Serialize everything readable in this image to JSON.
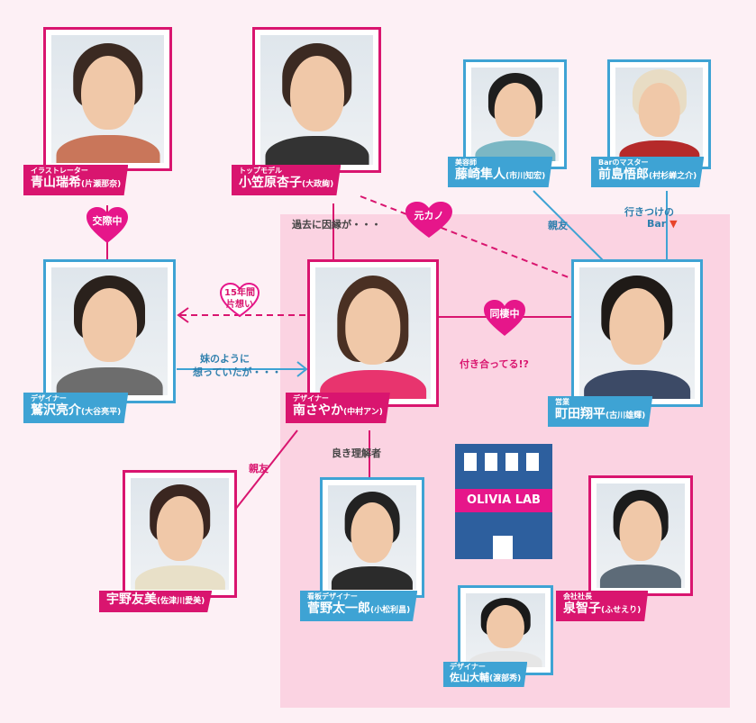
{
  "characters": {
    "aoyama": {
      "role": "イラストレーター",
      "name": "青山瑞希",
      "actor": "片瀬那奈"
    },
    "ogasawara": {
      "role": "トップモデル",
      "name": "小笠原杏子",
      "actor": "大政絢"
    },
    "fujisaki": {
      "role": "美容師",
      "name": "藤崎隼人",
      "actor": "市川知宏"
    },
    "maejima": {
      "role": "Barのマスター",
      "name": "前島悟郎",
      "actor": "村杉蝉之介"
    },
    "washizawa": {
      "role": "デザイナー",
      "name": "鷲沢亮介",
      "actor": "大谷亮平"
    },
    "minami": {
      "role": "デザイナー",
      "name": "南さやか",
      "actor": "中村アン"
    },
    "machida": {
      "role": "営業",
      "name": "町田翔平",
      "actor": "古川雄輝"
    },
    "uno": {
      "role": "",
      "name": "宇野友美",
      "actor": "佐津川愛美"
    },
    "sugano": {
      "role": "看板デザイナー",
      "name": "菅野太一郎",
      "actor": "小松利昌"
    },
    "izumi": {
      "role": "会社社長",
      "name": "泉智子",
      "actor": "ふせえり"
    },
    "sayama": {
      "role": "デザイナー",
      "name": "佐山大輔",
      "actor": "渡部秀"
    }
  },
  "relations": {
    "dating": "交際中",
    "past_fate": "過去に因縁が・・・",
    "ex_girlfriend": "元カノ",
    "best_friend_1": "親友",
    "regular_bar_line1": "行きつけの",
    "regular_bar_line2": "Bar",
    "years_line1": "15年間",
    "years_line2": "片想い",
    "like_sister_line1": "妹のように",
    "like_sister_line2": "想っていたが・・・",
    "living_together": "同棲中",
    "dating_question": "付き合ってる!?",
    "best_friend_2": "親友",
    "understanding": "良き理解者"
  },
  "company": {
    "logo": "OLIVIA LAB"
  },
  "colors": {
    "pink": "#d9156f",
    "blue": "#3ea3d4",
    "zone": "#fbd3e2",
    "background": "#fdf0f5"
  }
}
